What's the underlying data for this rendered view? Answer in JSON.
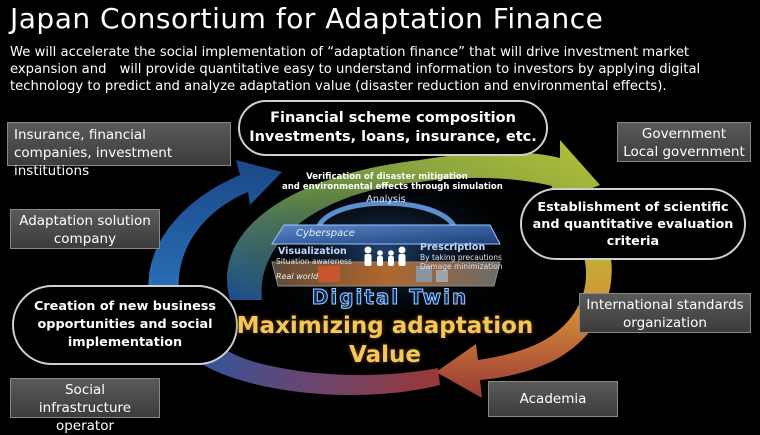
{
  "title": "Japan Consortium for Adaptation Finance",
  "intro": "We will accelerate the social implementation of “adaptation finance” that will drive investment market expansion and　will provide quantitative easy to understand information to investors by applying digital technology to predict and analyze adaptation value (disaster reduction and environmental effects).",
  "stakeholders": {
    "insurance": "Insurance, financial companies, investment institutions",
    "adaptation": "Adaptation solution company",
    "social": "Social infrastructure operator",
    "government": "Government\nLocal government",
    "international": "International standards organization",
    "academia": "Academia"
  },
  "cycle": {
    "financial_line1": "Financial scheme composition",
    "financial_line2": "Investments, loans, insurance, etc.",
    "criteria": "Establishment of scientific and quantitative evaluation criteria",
    "business": "Creation of new business opportunities and social implementation"
  },
  "twin": {
    "verification_line1": "Verification of disaster mitigation",
    "verification_line2": "and environmental effects through simulation",
    "analysis": "Analysis",
    "cyberspace": "Cyberspace",
    "visualization": "Visualization",
    "situation": "Situation awareness",
    "prescription": "Prescription",
    "precautions": "By taking precautions",
    "damage": "Damage minimization",
    "real_world": "Real world",
    "digital_twin": "Digital Twin"
  },
  "center": {
    "line1": "Maximizing adaptation",
    "line2": "Value"
  },
  "colors": {
    "background": "#000000",
    "gold": "#f5c65a",
    "box_gray": "#4a4a4a",
    "arrow_green": "#a7c43a",
    "arrow_orange": "#d9833a",
    "arrow_red": "#b8463a",
    "arrow_blue": "#2f6fb8"
  }
}
